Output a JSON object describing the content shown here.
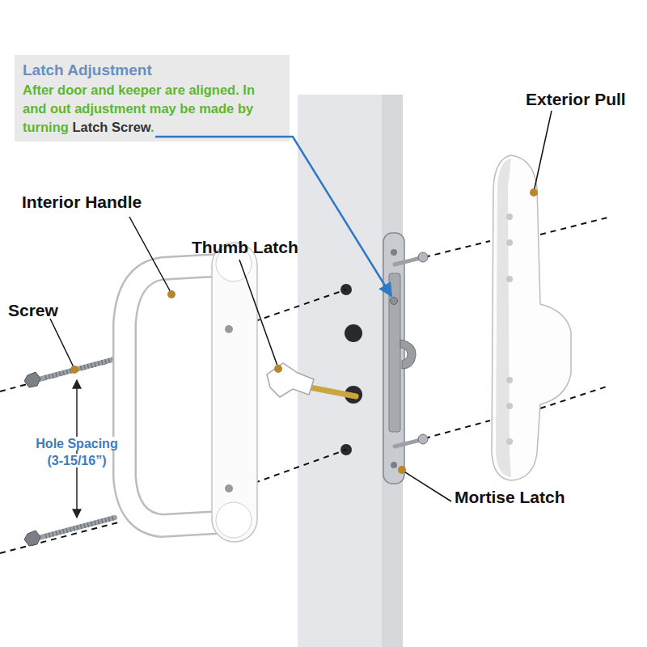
{
  "diagram": {
    "nodes": [
      {
        "text": [
          "Latch Adjustment",
          "After door and keeper are aligned. In and out adjustment may be made by turning",
          "Latch Screw",
          "."
        ]
      }
    ],
    "labels": [
      "Exterior Pull",
      "Interior Handle",
      "Thumb Latch",
      "Screw",
      "Hole Spacing",
      "(3-15/16”)",
      "Mortise Latch"
    ]
  }
}
